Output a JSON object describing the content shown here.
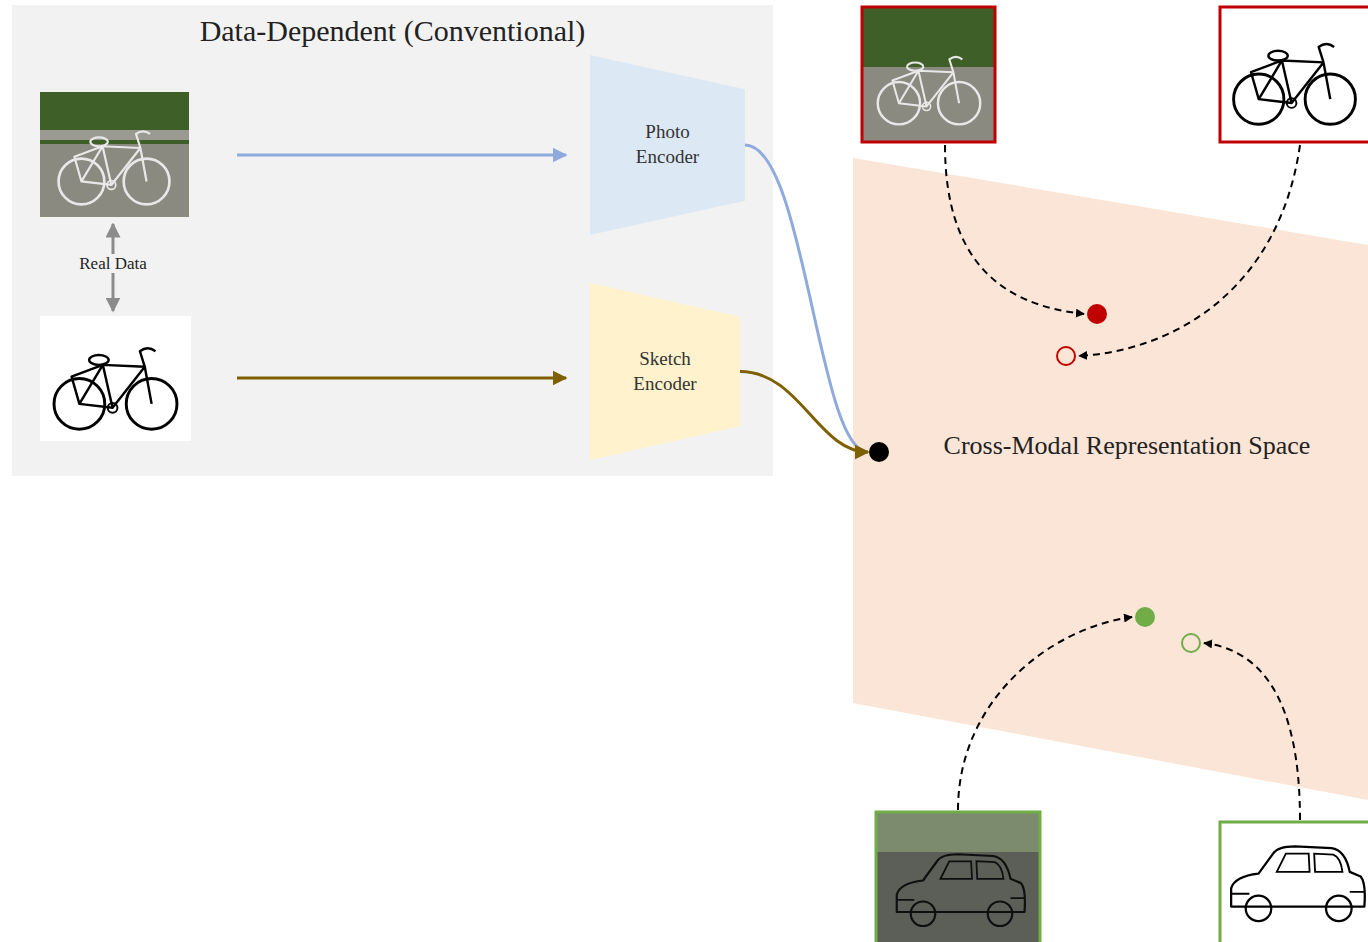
{
  "diagram": {
    "nodes": [
      {
        "text": [
          "Data-Dependent (Conventional)"
        ]
      },
      {
        "text": [
          "Photo Encoder"
        ],
        "in": 0
      },
      {
        "text": [
          "Sketch Encoder"
        ],
        "in": 0
      },
      {
        "text": [
          "Cross-Modal Representation Space"
        ]
      }
    ],
    "edges": [
      {
        "from": 1,
        "to": 3,
        "arrow": "to"
      },
      {
        "from": 2,
        "to": 3,
        "arrow": "to"
      }
    ],
    "labels": [
      "Real Data"
    ]
  }
}
